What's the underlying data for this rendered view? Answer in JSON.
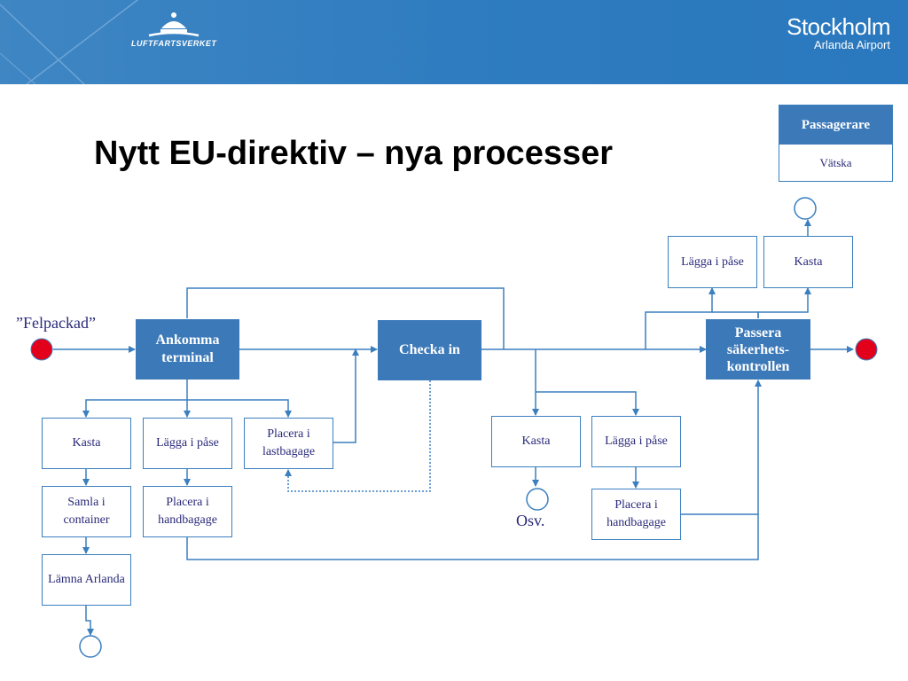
{
  "header": {
    "logo_left": "LUFTFARTSVERKET",
    "logo_right_line1": "Stockholm",
    "logo_right_line2": "Arlanda Airport"
  },
  "title": "Nytt EU-direktiv – nya processer",
  "legend": {
    "heading": "Passagerare",
    "item": "Vätska"
  },
  "felpackad": "”Felpackad”",
  "osv": "Osv.",
  "nodes": {
    "ankomma": "Ankomma terminal",
    "checka": "Checka in",
    "passera": "Passera säkerhets-kontrollen",
    "kasta_top": "Kasta",
    "lagga_top": "Lägga i påse",
    "kasta_left": "Kasta",
    "lagga_left": "Lägga i påse",
    "placera_last": "Placera i lastbagage",
    "samla": "Samla i container",
    "placera_hand_left": "Placera i handbagage",
    "lamna": "Lämna Arlanda",
    "kasta_mid": "Kasta",
    "lagga_mid": "Lägga i påse",
    "placera_hand_right": "Placera i handbagage"
  },
  "colors": {
    "line": "#3b7fbf",
    "box_fill": "#3c79b8",
    "terminal_red": "#e3001b",
    "header_blue": "#2f7cc0"
  }
}
